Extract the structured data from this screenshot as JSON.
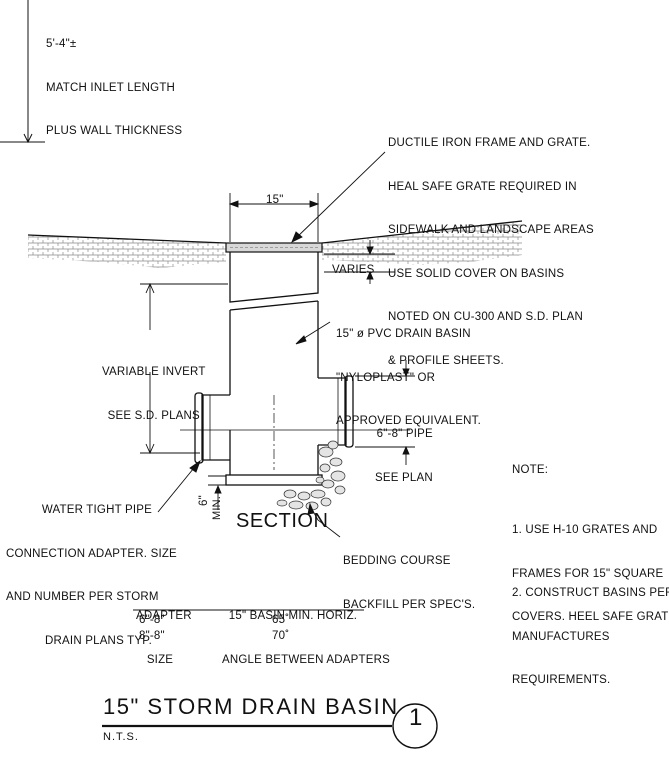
{
  "top_note": [
    "5'-4\"±",
    "MATCH INLET LENGTH",
    "PLUS WALL THICKNESS"
  ],
  "frame_note": [
    "DUCTILE IRON FRAME AND GRATE.",
    "HEAL SAFE GRATE REQUIRED IN",
    "SIDEWALK AND LANDSCAPE AREAS",
    "USE SOLID COVER ON BASINS",
    "NOTED ON CU-300 AND S.D. PLAN",
    "& PROFILE SHEETS."
  ],
  "dim_15": "15\"",
  "varies": "VARIES",
  "basin_note": [
    "15\" ø PVC DRAIN BASIN",
    "\"NYLOPLAST\" OR",
    "APPROVED EQUIVALENT."
  ],
  "invert_note": [
    "VARIABLE INVERT",
    "SEE S.D. PLANS"
  ],
  "pipe_note": [
    "6\"-8\" PIPE",
    "SEE PLAN"
  ],
  "adapter_note": [
    "WATER TIGHT PIPE",
    "CONNECTION ADAPTER. SIZE",
    "AND NUMBER PER STORM",
    "DRAIN PLANS TYP."
  ],
  "dim_6": "6\"",
  "min": "MIN.",
  "section_label": "SECTION",
  "bedding_note": [
    "BEDDING COURSE",
    "BACKFILL PER SPEC'S."
  ],
  "notes": {
    "heading": "NOTE:",
    "items": [
      [
        "1. USE H-10 GRATES AND",
        "FRAMES FOR 15\" SQUARE",
        "COVERS. HEEL SAFE GRATES."
      ],
      [
        "2. CONSTRUCT BASINS PER",
        "MANUFACTURES",
        "REQUIREMENTS."
      ]
    ]
  },
  "table": {
    "headers": [
      [
        "ADAPTER",
        "SIZE"
      ],
      [
        "15\" BASIN MIN. HORIZ.",
        "ANGLE BETWEEN ADAPTERS"
      ]
    ],
    "rows": [
      [
        "6\"-8\"",
        "65˚"
      ],
      [
        "8\"-8\"",
        "70˚"
      ]
    ]
  },
  "title": "15\" STORM DRAIN BASIN",
  "scale": "N.T.S.",
  "detail_number": "1"
}
